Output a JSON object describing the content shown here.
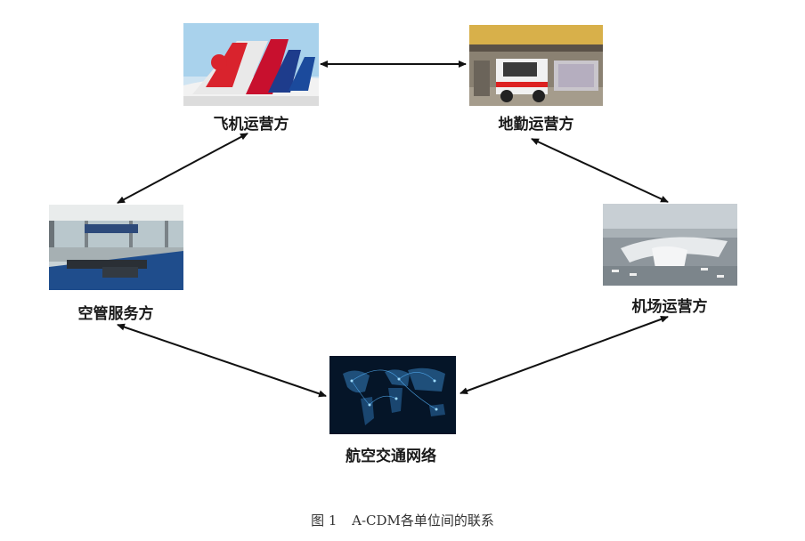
{
  "nodes": {
    "airline": {
      "label": "飞机运营方",
      "icon": "airline-tails-photo"
    },
    "ground": {
      "label": "地勤运营方",
      "icon": "ground-service-vehicle-photo"
    },
    "atc": {
      "label": "空管服务方",
      "icon": "control-tower-room-photo"
    },
    "airport": {
      "label": "机场运营方",
      "icon": "airport-terminal-aerial-photo"
    },
    "network": {
      "label": "航空交通网络",
      "icon": "world-network-map-photo"
    }
  },
  "edges": [
    {
      "from": "airline",
      "to": "ground",
      "direction": "both"
    },
    {
      "from": "airline",
      "to": "atc",
      "direction": "both"
    },
    {
      "from": "ground",
      "to": "airport",
      "direction": "both"
    },
    {
      "from": "atc",
      "to": "network",
      "direction": "both"
    },
    {
      "from": "airport",
      "to": "network",
      "direction": "both"
    }
  ],
  "caption": {
    "figure": "图 1",
    "text": "A-CDM各单位间的联系"
  },
  "colors": {
    "arrow": "#111111",
    "label": "#1a1a1a"
  }
}
